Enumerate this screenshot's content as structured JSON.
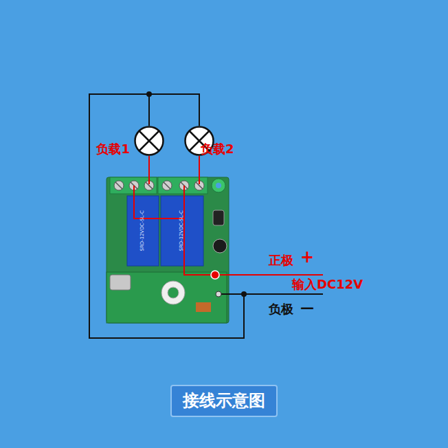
{
  "diagram": {
    "title": "接线示意图",
    "nodes": [
      {
        "text": [
          "负载1"
        ]
      },
      {
        "text": [
          "负载2"
        ]
      }
    ],
    "edges": [
      {
        "from": 0,
        "to": 1,
        "arrow": "none"
      }
    ],
    "labels": [
      "正极",
      "+",
      "输入DC12V",
      "负极",
      "—",
      "SRD-12VDC-SL-C",
      "SRD-12VDC-SL-C"
    ]
  }
}
